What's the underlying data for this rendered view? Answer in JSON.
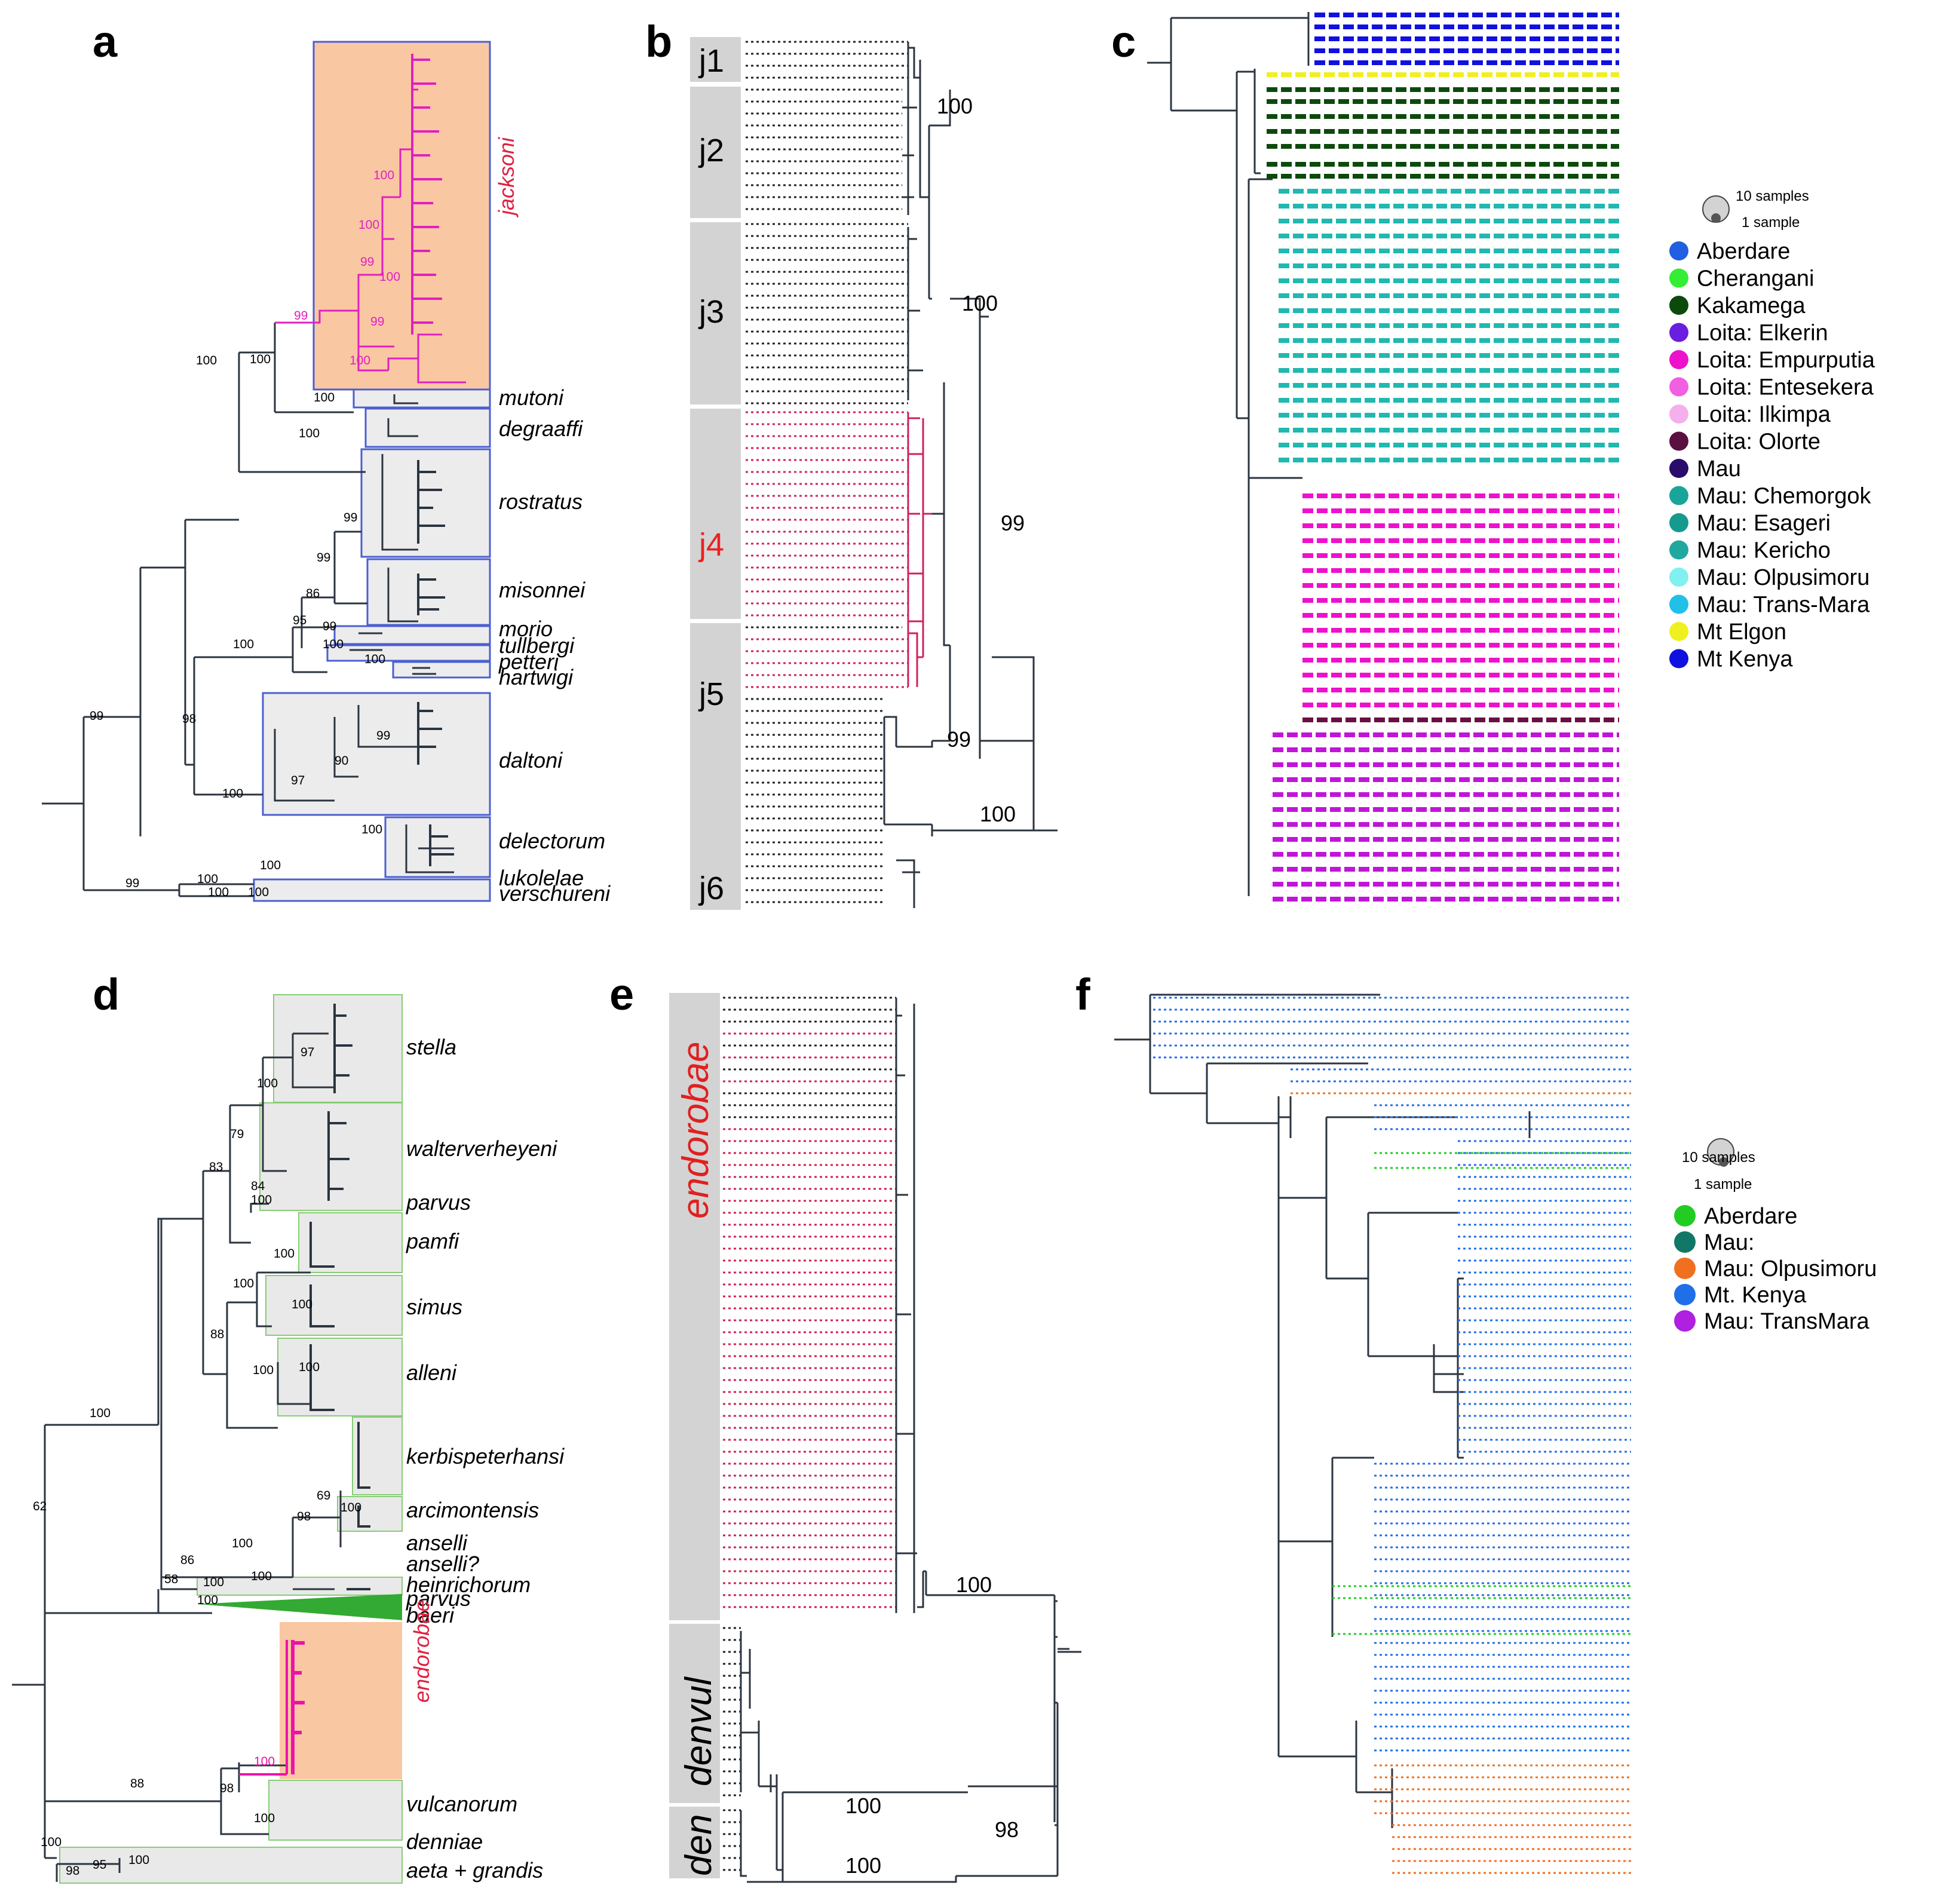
{
  "panel_labels": [
    "a",
    "b",
    "c",
    "d",
    "e",
    "f"
  ],
  "panel_a": {
    "highlight": "jacksoni",
    "clades": [
      "jacksoni",
      "mutoni",
      "degraaffi",
      "rostratus",
      "misonnei",
      "morio",
      "tullbergi",
      "petteri",
      "hartwigi",
      "daltoni",
      "delectorum",
      "lukolelae",
      "verschureni"
    ],
    "support": [
      "99",
      "100",
      "100",
      "99",
      "100",
      "100",
      "100",
      "100",
      "99",
      "100",
      "100",
      "99",
      "86",
      "95",
      "100",
      "99",
      "99",
      "100",
      "100",
      "98",
      "100",
      "97",
      "90",
      "99",
      "100",
      "100",
      "99",
      "99",
      "100",
      "100",
      "100"
    ]
  },
  "panel_b": {
    "clades": [
      "j1",
      "j2",
      "j3",
      "j4",
      "j5",
      "j6"
    ],
    "support": [
      "100",
      "100",
      "99",
      "99",
      "100"
    ]
  },
  "panel_c": {
    "size_legend": [
      "10 samples",
      "1 sample"
    ],
    "legend": [
      {
        "label": "Aberdare",
        "color": "#1f5fe0"
      },
      {
        "label": "Cherangani",
        "color": "#33ee33"
      },
      {
        "label": "Kakamega",
        "color": "#0c4a0c"
      },
      {
        "label": "Loita: Elkerin",
        "color": "#6a1fe0"
      },
      {
        "label": "Loita: Empurputia",
        "color": "#ee11cc"
      },
      {
        "label": "Loita: Entesekera",
        "color": "#f060e0"
      },
      {
        "label": "Loita: Ilkimpa",
        "color": "#f5b0ec"
      },
      {
        "label": "Loita: Olorte",
        "color": "#5a1040"
      },
      {
        "label": "Mau",
        "color": "#2a0a6a"
      },
      {
        "label": "Mau: Chemorgok",
        "color": "#1aa59a"
      },
      {
        "label": "Mau: Esageri",
        "color": "#169a90"
      },
      {
        "label": "Mau: Kericho",
        "color": "#20a8a0"
      },
      {
        "label": "Mau: Olpusimoru",
        "color": "#80f0f0"
      },
      {
        "label": "Mau: Trans-Mara",
        "color": "#20c0e8"
      },
      {
        "label": "Mt Elgon",
        "color": "#f0f020"
      },
      {
        "label": "Mt Kenya",
        "color": "#1010e0"
      }
    ]
  },
  "panel_d": {
    "highlight": "endorobae",
    "clades": [
      "stella",
      "walterverheyeni",
      "parvus",
      "pamfi",
      "simus",
      "alleni",
      "kerbispeterhansi",
      "arcimontensis",
      "anselli",
      "anselli?",
      "heinrichorum",
      "parvus",
      "baeri",
      "endorobae",
      "vulcanorum",
      "denniae",
      "aeta + grandis"
    ],
    "support": [
      "97",
      "100",
      "79",
      "83",
      "84",
      "100",
      "100",
      "100",
      "88",
      "100",
      "100",
      "100",
      "69",
      "98",
      "100",
      "100",
      "86",
      "58",
      "100",
      "100",
      "100",
      "62",
      "100",
      "98",
      "100",
      "88",
      "100",
      "100",
      "95",
      "98",
      "100"
    ]
  },
  "panel_e": {
    "clades": [
      "endorobae",
      "denvul",
      "den"
    ],
    "support": [
      "100",
      "100",
      "98",
      "100"
    ]
  },
  "panel_f": {
    "size_legend": [
      "10 samples",
      "1 sample"
    ],
    "legend": [
      {
        "label": "Aberdare",
        "color": "#22cc22"
      },
      {
        "label": "Mau:",
        "color": "#117766"
      },
      {
        "label": "Mau: Olpusimoru",
        "color": "#f07020"
      },
      {
        "label": "Mt. Kenya",
        "color": "#1f6fe8"
      },
      {
        "label": "Mau: TransMara",
        "color": "#b020e0"
      }
    ]
  }
}
